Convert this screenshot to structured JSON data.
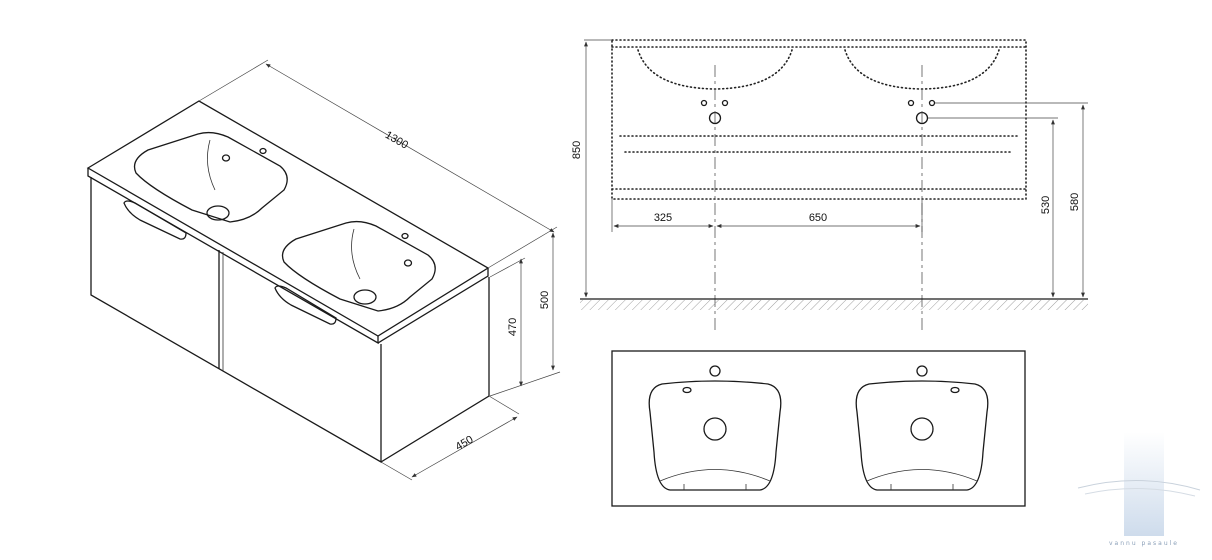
{
  "iso_view": {
    "length": "1300",
    "height_total": "500",
    "height_cabinet": "470",
    "depth": "450"
  },
  "front_view": {
    "total_height": "850",
    "offset_left": "325",
    "basin_spacing": "650",
    "outlet_height_1": "530",
    "outlet_height_2": "580"
  },
  "watermark": {
    "text": "vannu pasaule"
  }
}
